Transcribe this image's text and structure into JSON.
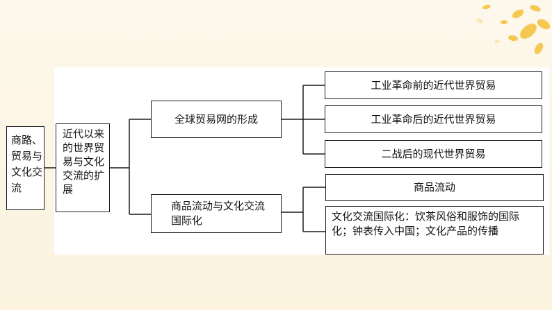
{
  "colors": {
    "background": "#fdf6e6",
    "panel": "#ffffff",
    "line": "#1a1a1a",
    "decor_yellow": "#f6c64a"
  },
  "diagram": {
    "root": "商路、贸易与文化交流",
    "level1": "近代以来的世界贸易与文化交流的扩展",
    "branches": [
      {
        "label": "全球贸易网的形成",
        "children": [
          "工业革命前的近代世界贸易",
          "工业革命后的近代世界贸易",
          "二战后的现代世界贸易"
        ]
      },
      {
        "label": "商品流动与文化交流国际化",
        "children": [
          "商品流动",
          "文化交流国际化：饮茶风俗和服饰的国际化；钟表传入中国；文化产品的传播"
        ]
      }
    ]
  }
}
